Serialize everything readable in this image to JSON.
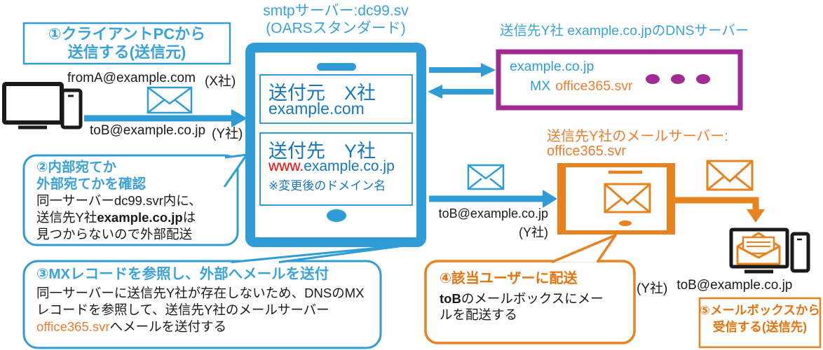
{
  "colors": {
    "blue_shape": "#2F9CD6",
    "blue_heading": "#3BA2DA",
    "blue_text": "#1777BD",
    "orange_shape": "#E8821E",
    "orange_heading": "#E8730E",
    "orange_text": "#ED7D31",
    "purple": "#A02B93",
    "red": "#FF0000",
    "black": "#1A1A1A"
  },
  "title": {
    "line1": "smtpサーバー:dc99.sv",
    "line2": "(OARSスタンダード)"
  },
  "step1": {
    "line1": "①クライアントPCから",
    "line2": "送信する(送信元)"
  },
  "client": {
    "from_address": "fromA@example.com",
    "from_company": "(X社)",
    "to_address": "toB@example.co.jp",
    "to_company": "(Y社)"
  },
  "smtp_box": {
    "sender_title": "送付元　X社",
    "sender_domain": "example.com",
    "dest_title": "送付先　Y社",
    "dest_www": "www.",
    "dest_domain": "example.co.jp",
    "dest_note": "※変更後のドメイン名"
  },
  "dns": {
    "label": "送信先Y社 example.co.jpのDNSサーバー",
    "domain": "example.co.jp",
    "mx_label": "MX",
    "mx_value": "office365.svr"
  },
  "mail_server": {
    "label_line1": "送信先Y社のメールサーバー:",
    "label_line2": "office365.svr",
    "to_address": "toB@example.co.jp",
    "to_company": "(Y社)"
  },
  "step2": {
    "heading_line1": "②内部宛てか",
    "heading_line2": "外部宛てかを確認",
    "body_line1": "同一サーバーdc99.svr内に、",
    "body_line2_pre": "送信先Y社",
    "body_line2_bold": "example.co.jp",
    "body_line2_post": "は",
    "body_line3": "見つからないので外部配送"
  },
  "step3": {
    "heading": "③MXレコードを参照し、外部へメールを送付",
    "body_line1": "同一サーバーに送信先Y社が存在しないため、DNSのMX",
    "body_line2": "レコードを参照して、送信先Y社のメールサーバー",
    "body_line3_orange": "office365.svr",
    "body_line3_rest": "へメールを送付する"
  },
  "step4": {
    "heading": "④該当ユーザーに配送",
    "body_bold": "toB",
    "body_rest": "のメールボックスにメールを配送する"
  },
  "step5": {
    "line1": "⑤メールボックスから",
    "line2": "受信する(送信先)"
  },
  "recipient": {
    "company": "(Y社)",
    "address": "toB@example.co.jp"
  },
  "icons": {
    "client_pc": "client-pc-icon",
    "envelope": "envelope-icon",
    "open_envelope": "open-envelope-icon",
    "dns_dots": "dns-dots-icon",
    "recipient_device": "recipient-device-icon"
  }
}
